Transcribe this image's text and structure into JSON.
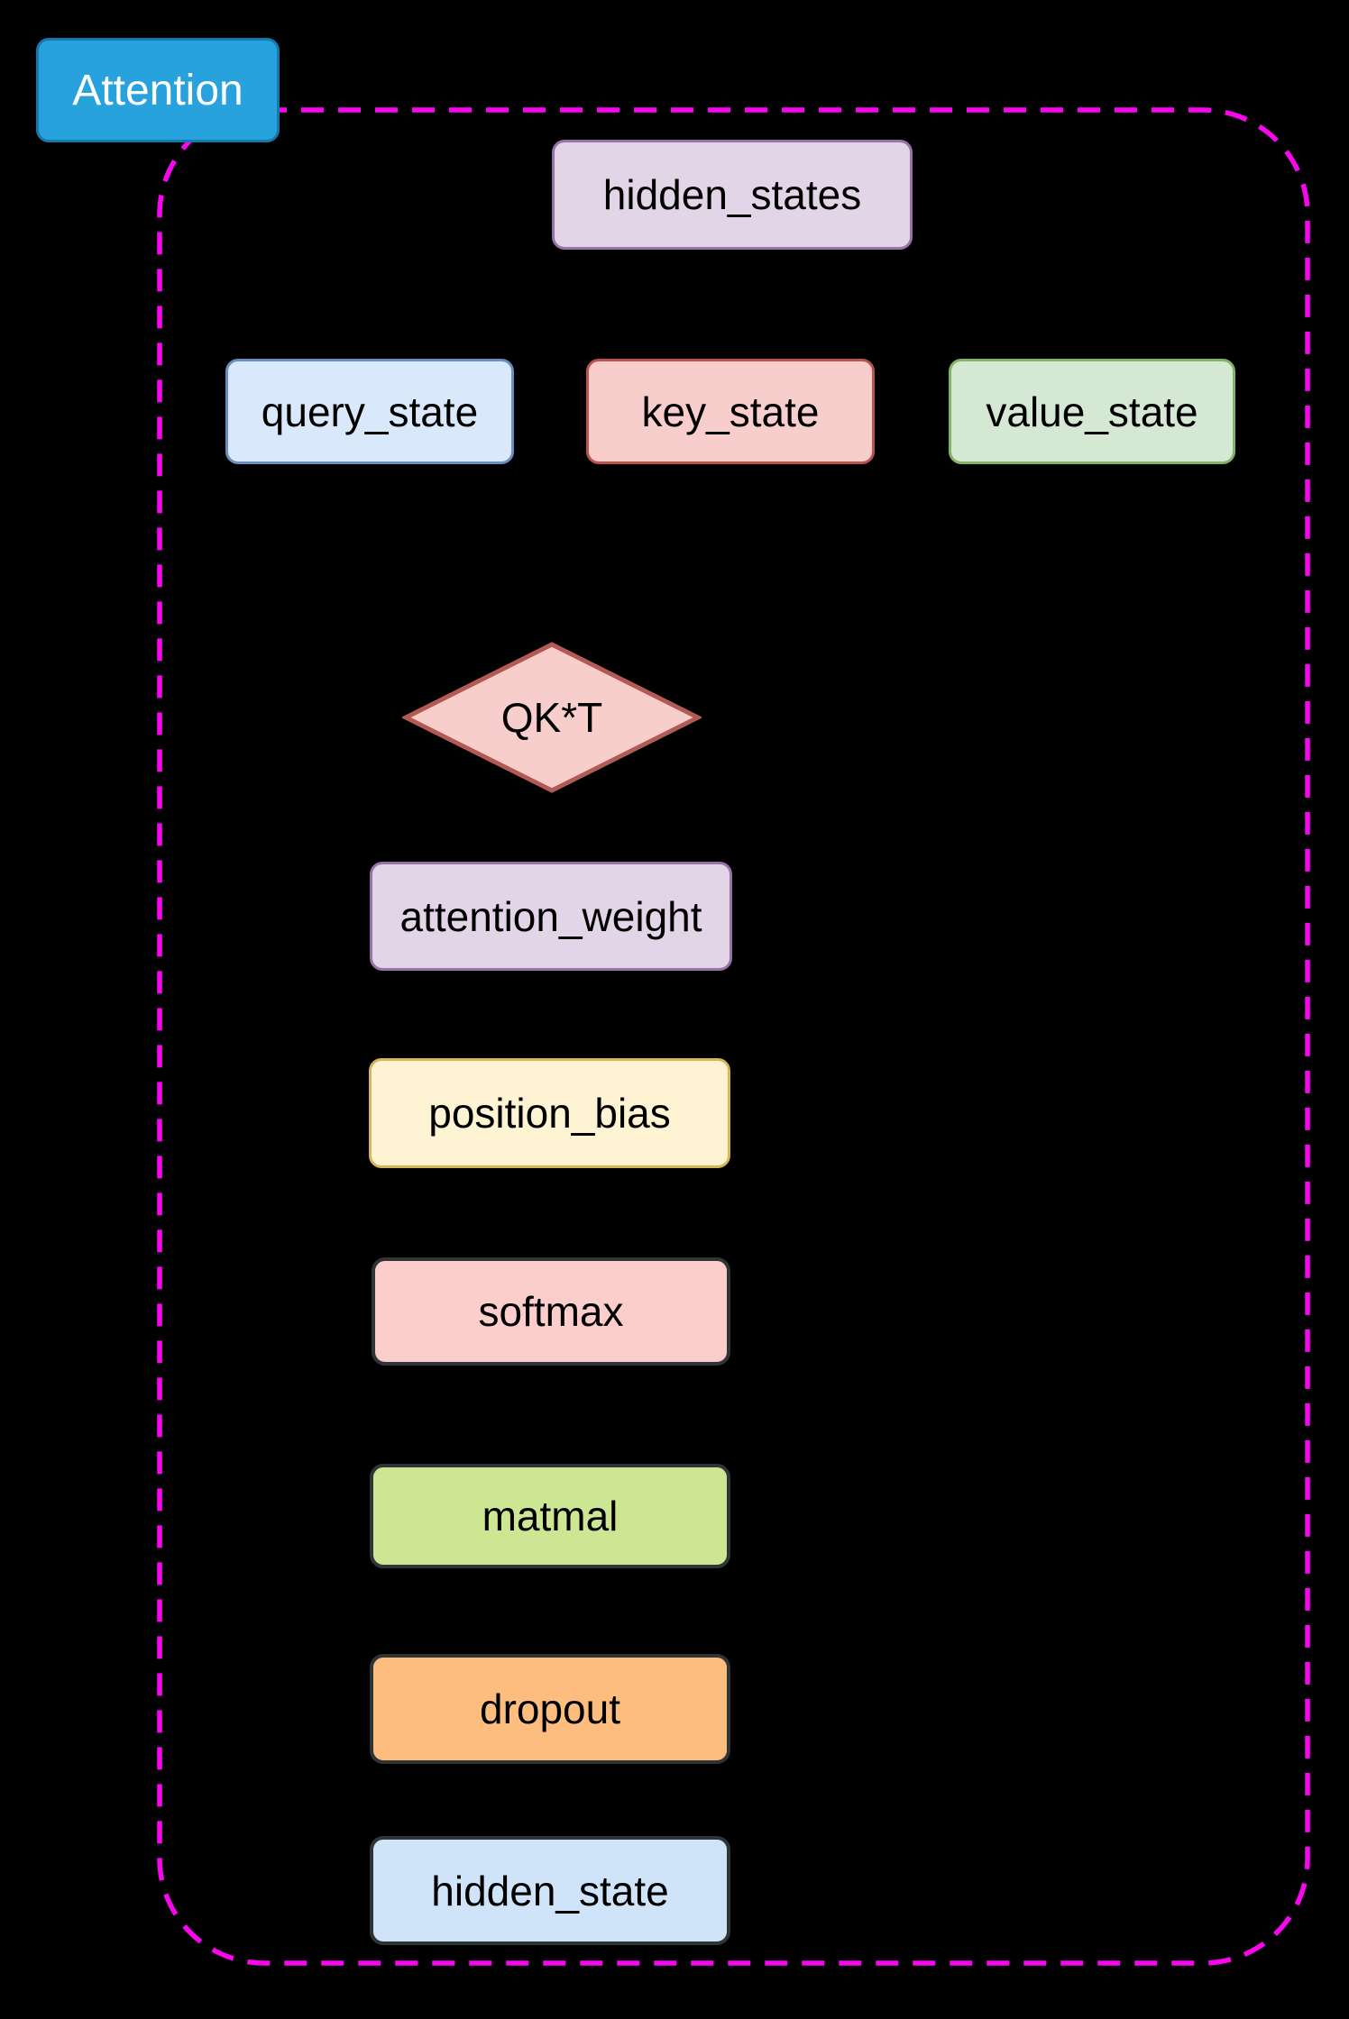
{
  "diagram": {
    "background": "#000000",
    "group_label": "Attention",
    "group_border_color": "#F807EE",
    "nodes": {
      "attention_label": {
        "label": "Attention",
        "fill": "#27A2DC",
        "stroke": "#1878AD",
        "text_color": "#FFFFFF"
      },
      "hidden_states": {
        "label": "hidden_states",
        "fill": "#E1D5E7",
        "stroke": "#9673A6"
      },
      "query_state": {
        "label": "query_state",
        "fill": "#DAE8FC",
        "stroke": "#6C8EBF"
      },
      "key_state": {
        "label": "key_state",
        "fill": "#F8CECC",
        "stroke": "#B85450"
      },
      "value_state": {
        "label": "value_state",
        "fill": "#D5E8D4",
        "stroke": "#82B366"
      },
      "qkt": {
        "label": "QK*T",
        "fill": "#F8CECC",
        "stroke": "#B15B53"
      },
      "attention_weight": {
        "label": "attention_weight",
        "fill": "#E1D5E7",
        "stroke": "#9673A6"
      },
      "position_bias": {
        "label": "position_bias",
        "fill": "#FEF3D2",
        "stroke": "#D6B656"
      },
      "softmax": {
        "label": "softmax",
        "fill": "#FBCECB",
        "stroke": "#2F3437"
      },
      "matmal": {
        "label": "matmal",
        "fill": "#CDE693",
        "stroke": "#2F3437"
      },
      "dropout": {
        "label": "dropout",
        "fill": "#FCBD7F",
        "stroke": "#2F3437"
      },
      "hidden_state": {
        "label": "hidden_state",
        "fill": "#CFE3F9",
        "stroke": "#2F3437"
      }
    }
  }
}
